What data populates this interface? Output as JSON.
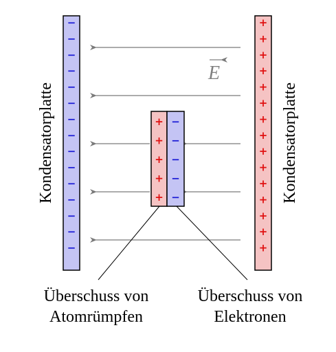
{
  "labels": {
    "left_plate": "Kondensatorplatte",
    "right_plate": "Kondensatorplatte",
    "field_symbol": "E",
    "left_caption_line1": "Überschuss von",
    "left_caption_line2": "Atomrümpfen",
    "right_caption_line1": "Überschuss von",
    "right_caption_line2": "Elektronen"
  },
  "signs": {
    "negative": "−",
    "positive": "+"
  },
  "counts": {
    "plate_charges": 15,
    "conductor_charges": 5
  },
  "colors": {
    "negative_fill": "#c4c4f4",
    "positive_fill": "#f5c3c3",
    "negative_sign": "#1a1ad6",
    "positive_sign": "#e01010",
    "outline": "#000000",
    "field_line": "#7a7a7a",
    "field_symbol": "#808080"
  }
}
